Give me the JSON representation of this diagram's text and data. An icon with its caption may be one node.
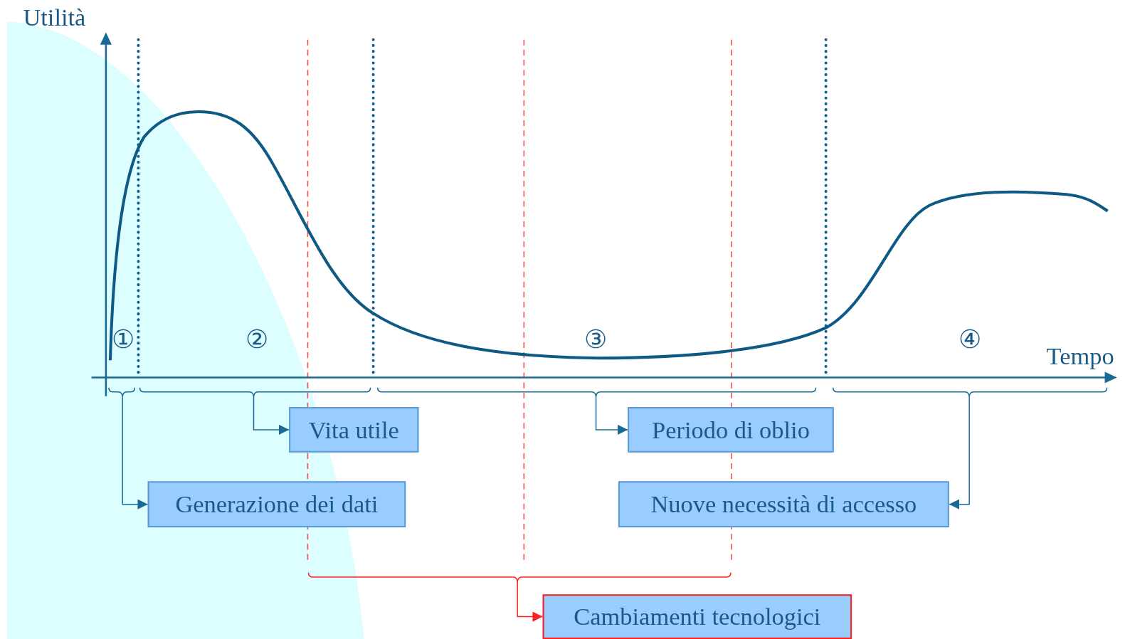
{
  "diagram": {
    "nodes": [
      {
        "text": [],
        "shape": "bracket"
      },
      {
        "text": [],
        "shape": "bracket"
      },
      {
        "text": [],
        "shape": "bracket"
      },
      {
        "text": [],
        "shape": "bracket"
      },
      {
        "text": [
          "Vita utile"
        ]
      },
      {
        "text": [
          "Periodo di oblio"
        ]
      },
      {
        "text": [
          "Generazione dei dati"
        ]
      },
      {
        "text": [
          "Nuove necessità di accesso"
        ]
      },
      {
        "text": [],
        "shape": "bracket"
      },
      {
        "text": [
          "Cambiamenti tecnologici"
        ]
      }
    ],
    "edges": [
      {
        "from": 0,
        "to": 6,
        "arrow": "to"
      },
      {
        "from": 1,
        "to": 4,
        "arrow": "to"
      },
      {
        "from": 2,
        "to": 5,
        "arrow": "to"
      },
      {
        "from": 3,
        "to": 7,
        "arrow": "to"
      },
      {
        "from": 8,
        "to": 9,
        "arrow": "to",
        "color": "#ff2020"
      }
    ],
    "labels": [
      "Utilità",
      "①",
      "②",
      "③",
      "④",
      "Tempo"
    ]
  }
}
